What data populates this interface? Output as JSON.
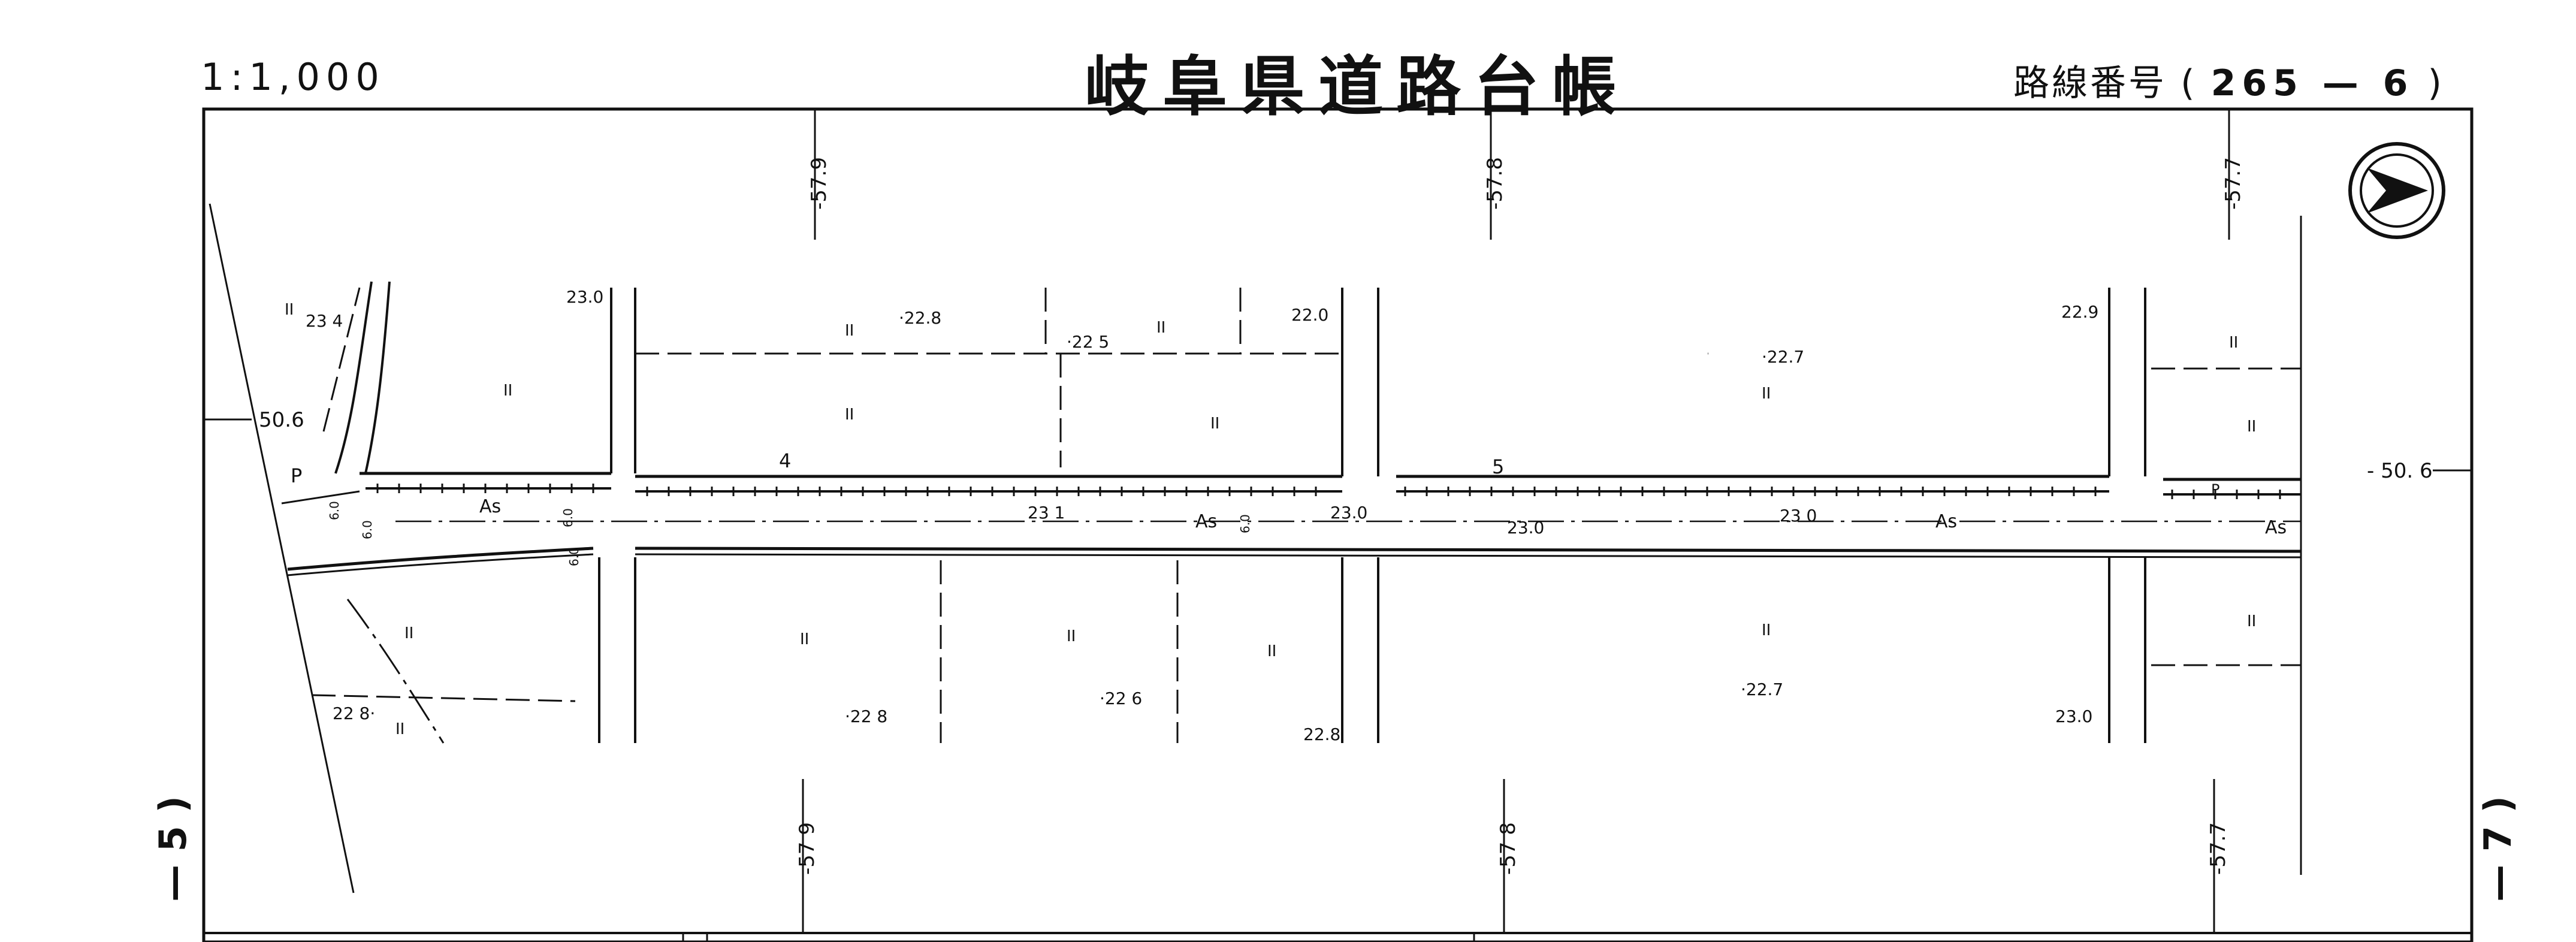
{
  "header": {
    "scale": "1:1,000",
    "title": "岐阜県道路台帳",
    "route_label": "路線番号",
    "route_number": "265 — 6"
  },
  "side_labels": {
    "left": "— 5 )",
    "right": "— 7 )"
  },
  "grid_labels": {
    "top": [
      "-57.9",
      "-57.8",
      "-57.7"
    ],
    "bottom": [
      "-57 9",
      "-57 8",
      "-57.7"
    ],
    "left": "50.6",
    "right": "- 50. 6"
  },
  "elevations": {
    "e234": "23 4",
    "e230a": "23.0",
    "e228a": "·22.8",
    "e225": "·22 5",
    "e220": "22.0",
    "e227a": "·22.7",
    "e229": "22.9",
    "e228b": "22 8·",
    "e228c": "·22 8",
    "e226": "·22 6",
    "e228d": "22.8",
    "e227b": "·22.7",
    "e230b": "23.0"
  },
  "road_labels": {
    "as1": "As",
    "as2": "As",
    "as3": "As",
    "as4": "As",
    "w231": "23 1",
    "w230a": "23.0",
    "w230b": "23.0",
    "w230c": "23 0",
    "sec4": "4",
    "sec5": "5",
    "p1": "P",
    "p2": "P",
    "d60a": "6.0",
    "d60b": "6.0",
    "d60c": "6.0",
    "d60d": "6.0",
    "d60e": "6.0"
  },
  "parcel_marks": [
    "II",
    "II",
    "II",
    "II",
    "II",
    "II",
    "II",
    "II",
    "II",
    "II",
    "II",
    "II",
    "II",
    "II",
    "II",
    "II"
  ],
  "north_arrow": "north-arrow-icon",
  "colors": {
    "ink": "#111111",
    "paper": "#ffffff"
  }
}
